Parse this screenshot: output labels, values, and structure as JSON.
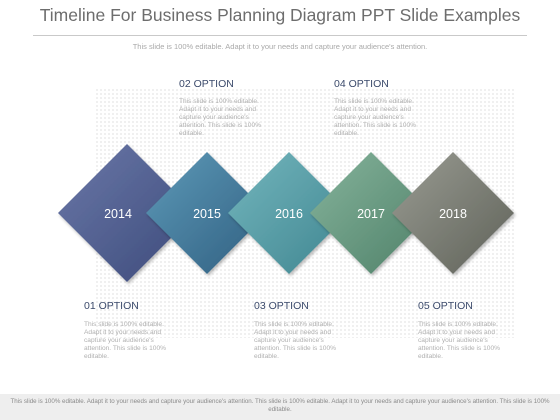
{
  "title": "Timeline For Business Planning Diagram PPT Slide Examples",
  "subtitle": "This slide is 100% editable. Adapt it to your needs and capture your audience's attention.",
  "colors": {
    "diamond_1": "#4c5b8e",
    "diamond_2": "#4c87a5",
    "diamond_3": "#5aa0aa",
    "diamond_4": "#6b9b86",
    "diamond_5": "#7b7e75",
    "option_title": "#3b4a6b"
  },
  "steps": [
    {
      "year": "2014"
    },
    {
      "year": "2015"
    },
    {
      "year": "2016"
    },
    {
      "year": "2017"
    },
    {
      "year": "2018"
    }
  ],
  "options": [
    {
      "title": "01 OPTION",
      "body": "This slide is 100% editable. Adapt it to your needs and capture your audience's attention. This slide is 100% editable."
    },
    {
      "title": "02 OPTION",
      "body": "This slide is 100% editable. Adapt it to your needs and capture your audience's attention. This slide is 100% editable."
    },
    {
      "title": "03 OPTION",
      "body": "This slide is 100% editable. Adapt it to your needs and capture your audience's attention. This slide is 100% editable."
    },
    {
      "title": "04 OPTION",
      "body": "This slide is 100% editable. Adapt it to your needs and capture your audience's attention. This slide is 100% editable."
    },
    {
      "title": "05 OPTION",
      "body": "This slide is 100% editable. Adapt it to your needs and capture your audience's attention. This slide is 100% editable."
    }
  ],
  "footer": "This slide is 100% editable. Adapt it to your needs and capture your audience's attention. This slide is 100% editable. Adapt it to your needs and capture your audience's attention. This slide is 100% editable."
}
